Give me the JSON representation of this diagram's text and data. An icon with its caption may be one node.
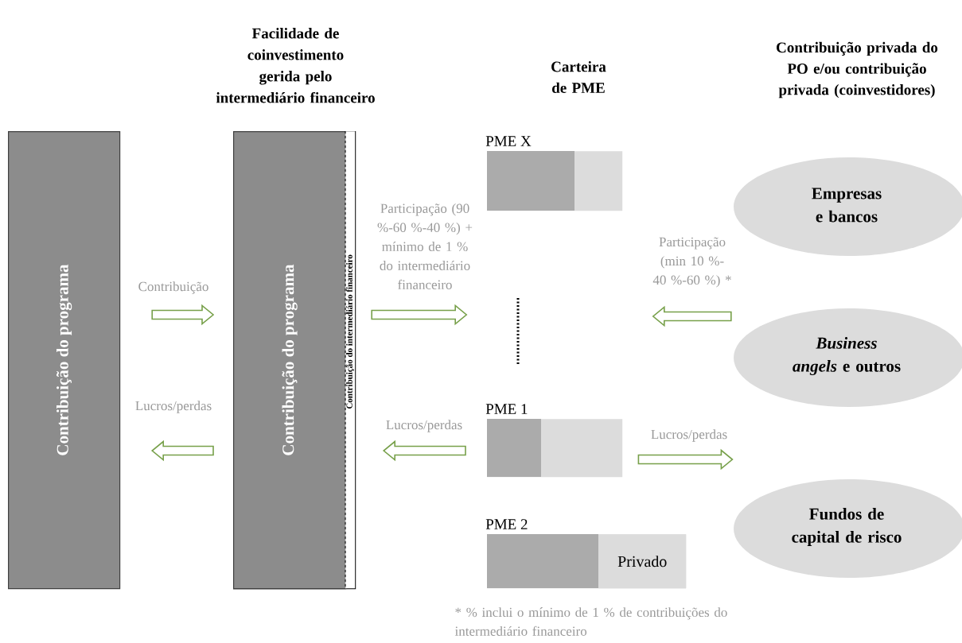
{
  "diagram": {
    "nodes": [
      {
        "text": [
          "Contribuição do programa"
        ]
      },
      {
        "text": [
          "Facilidade de coinvestimento gerida pelo intermediário financeiro"
        ]
      },
      {
        "text": [
          "Contribuição do programa"
        ],
        "in": 1
      },
      {
        "text": [
          "Contribuição do intermediário financeiro"
        ],
        "in": 1
      },
      {
        "text": [
          "PME X"
        ]
      },
      {
        "text": [
          "PME 1"
        ]
      },
      {
        "text": [
          "PME 2"
        ]
      },
      {
        "text": [
          "Privado"
        ],
        "in": 6
      },
      {
        "text": [
          "Empresas e bancos"
        ]
      },
      {
        "text": [
          "*Business angels* e outros"
        ]
      },
      {
        "text": [
          "Fundos de capital de risco"
        ]
      }
    ],
    "edges": [
      {
        "from": 0,
        "to": 1,
        "arrow": "to",
        "label": "Contribuição"
      },
      {
        "from": 1,
        "to": 0,
        "arrow": "to",
        "label": "Lucros/perdas"
      },
      {
        "from": 1,
        "to": null,
        "arrow": "to",
        "label": "Participação (90 %-60 %-40 %) + mínimo de 1 % do intermediário financeiro"
      },
      {
        "from": 5,
        "to": 1,
        "arrow": "to",
        "label": "Lucros/perdas"
      },
      {
        "from": 9,
        "to": null,
        "arrow": "to",
        "label": "Participação (min 10 %- 40 %-60 %) *"
      },
      {
        "from": 5,
        "to": null,
        "arrow": "to",
        "label": "Lucros/perdas"
      }
    ],
    "labels": [
      "Carteira de PME",
      "Contribuição privada do PO e/ou contribuição privada (coinvestidores)",
      "* % inclui o mínimo de 1 % de contribuições do intermediário financeiro"
    ]
  }
}
